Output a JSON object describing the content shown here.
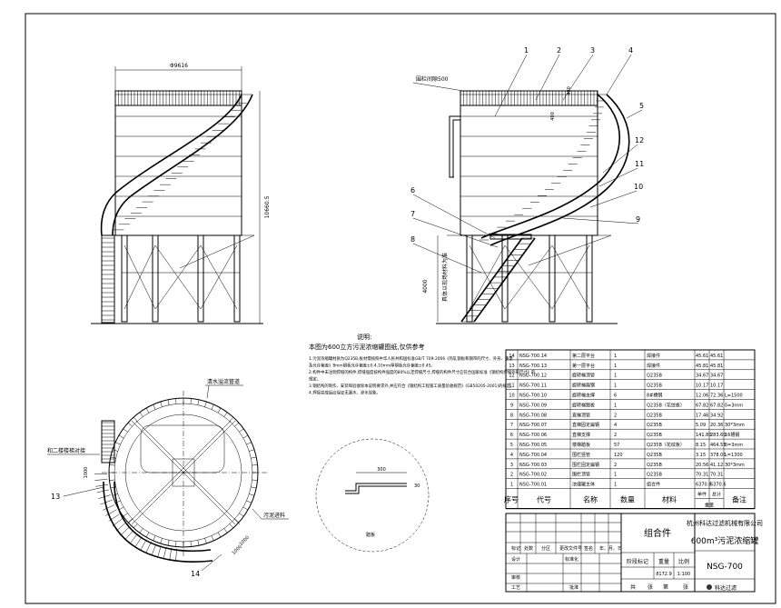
{
  "elevation": {
    "diameter_label": "Φ9616",
    "height_label": "10660.5",
    "railing_label": "围栏间隙500",
    "spacing_400_a": "400",
    "spacing_400_b": "400",
    "support_height_label": "4000",
    "support_note": "具体以现场材料为准",
    "callouts": [
      "1",
      "2",
      "3",
      "4",
      "5",
      "12",
      "11",
      "10",
      "9",
      "6",
      "7",
      "8"
    ]
  },
  "notes": {
    "title": "说明:",
    "lead": "本图为600立方污泥浓缩罐图纸,仅供参考",
    "items": [
      "1.污泥浓缩罐材质为Q235B,板材需按照中华人民共和国标准GB/T 709-2006《热轧钢板和钢带的尺寸、外形、重量及允许偏差》8mm钢板允许偏差±0.4,10mm厚钢板允许偏差±0.45。",
      "2.构件中未注明焊缝的构件,焊缝强度按构件强度的80%以定焊缝尺寸,焊缝的构件尺寸应符合国家标准《钢结构焊缝外形尺寸》的规定。",
      "3.钢结构的制作、安装和验收除本说明要求外,并应符合《钢结构工程施工质量验收规范》(GB50205-2001)的规定。",
      "4.焊接完成后应保证无漏水、渗水现象。"
    ]
  },
  "plan": {
    "label_overflow": "清水溢流管道",
    "label_ladder": "和二楼楼梯对接",
    "label_sludge_inlet": "污泥进料",
    "callout_13": "13",
    "callout_14": "14",
    "dim_1000_a": "1000",
    "dim_1000_b": "1000",
    "dim_1000_c": "1000"
  },
  "section": {
    "dim_300": "300",
    "dim_small": "30",
    "caption": "踏板"
  },
  "bom": {
    "rows": [
      {
        "no": "14",
        "code": "NSG-700.14",
        "name": "第二层平台",
        "qty": "1",
        "mat": "焊接件",
        "w1": "45.61",
        "w2": "45.61",
        "note": ""
      },
      {
        "no": "13",
        "code": "NSG-700.13",
        "name": "第一层平台",
        "qty": "1",
        "mat": "焊接件",
        "w1": "45.81",
        "w2": "45.81",
        "note": ""
      },
      {
        "no": "12",
        "code": "NSG-700.12",
        "name": "旋转梯顶管",
        "qty": "1",
        "mat": "Q235B",
        "w1": "34.67",
        "w2": "34.67",
        "note": ""
      },
      {
        "no": "11",
        "code": "NSG-700.11",
        "name": "旋转梯扁钢",
        "qty": "1",
        "mat": "Q235B",
        "w1": "10.17",
        "w2": "10.17",
        "note": ""
      },
      {
        "no": "10",
        "code": "NSG-700.10",
        "name": "旋转梯支撑",
        "qty": "6",
        "mat": "8#槽钢",
        "w1": "12.06",
        "w2": "72.36",
        "note": "L=1500"
      },
      {
        "no": "9",
        "code": "NSG-700.09",
        "name": "旋转梯踏板",
        "qty": "1",
        "mat": "Q235B（花纹板）",
        "w1": "67.82",
        "w2": "67.82",
        "note": "δ=3mm"
      },
      {
        "no": "8",
        "code": "NSG-700.08",
        "name": "直梯顶管",
        "qty": "2",
        "mat": "Q235B",
        "w1": "17.46",
        "w2": "34.92",
        "note": ""
      },
      {
        "no": "7",
        "code": "NSG-700.07",
        "name": "直梯固定扁钢",
        "qty": "4",
        "mat": "Q235B",
        "w1": "5.09",
        "w2": "20.36",
        "note": "30*3mm"
      },
      {
        "no": "6",
        "code": "NSG-700.06",
        "name": "直梯支撑",
        "qty": "2",
        "mat": "Q235B",
        "w1": "141.80",
        "w2": "283.60",
        "note": "16槽钢"
      },
      {
        "no": "5",
        "code": "NSG-700.05",
        "name": "楼梯踏板",
        "qty": "57",
        "mat": "Q235B（花纹板）",
        "w1": "8.15",
        "w2": "464.55",
        "note": "δ=3mm"
      },
      {
        "no": "4",
        "code": "NSG-700.04",
        "name": "围栏竖管",
        "qty": "120",
        "mat": "Q235B",
        "w1": "3.15",
        "w2": "378.00",
        "note": "L=1300"
      },
      {
        "no": "3",
        "code": "NSG-700.03",
        "name": "围栏固定扁钢",
        "qty": "2",
        "mat": "Q235B",
        "w1": "20.56",
        "w2": "41.12",
        "note": "30*3mm"
      },
      {
        "no": "2",
        "code": "NSG-700.02",
        "name": "围栏顶管",
        "qty": "1",
        "mat": "Q235B",
        "w1": "70.31",
        "w2": "70.31",
        "note": ""
      },
      {
        "no": "1",
        "code": "NSG-700.01",
        "name": "浓缩罐主体",
        "qty": "1",
        "mat": "组合件",
        "w1": "6370.6",
        "w2": "6370.6",
        "note": ""
      }
    ],
    "header": {
      "no": "序号",
      "code": "代号",
      "name": "名称",
      "qty": "数量",
      "mat": "材料",
      "unit": "单件",
      "total": "总计",
      "weight": "重量",
      "note": "备注"
    }
  },
  "titleblock": {
    "assembly": "组合件",
    "company": "杭州科达过滤机械有限公司",
    "drawing_title": "600m³污泥浓缩罐",
    "drawing_no": "NSG-700",
    "mark": "标记",
    "count": "处数",
    "zone": "分区",
    "change_doc": "更改文件号",
    "signature": "签名",
    "date": "年、月、日",
    "design": "设计",
    "standard": "标准化",
    "stage": "阶段标记",
    "weight": "重量",
    "scale": "比例",
    "weight_value": "8172.9",
    "scale_value": "1:100",
    "review": "审核",
    "process": "工艺",
    "approve": "批准",
    "total_sheets": "共",
    "sheet_word": "张",
    "page_word": "第",
    "logo_text": "科达过滤"
  }
}
